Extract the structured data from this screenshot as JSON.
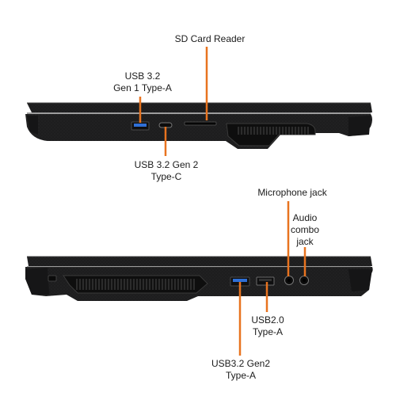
{
  "colors": {
    "callout_line": "#e8731f",
    "laptop_body": "#1c1c1d",
    "usb3_port": "#2f6fd6",
    "background": "#ffffff"
  },
  "top_view": {
    "labels": {
      "sd_card_reader": "SD Card Reader",
      "usb_gen1_line1": "USB 3.2",
      "usb_gen1_line2": "Gen 1 Type-A",
      "usb_c_line1": "USB 3.2 Gen 2",
      "usb_c_line2": "Type-C"
    },
    "icons": [
      "usb-a-port-icon",
      "usb-c-port-icon",
      "sd-slot-icon",
      "vent-grille-icon"
    ]
  },
  "bottom_view": {
    "labels": {
      "microphone_jack": "Microphone jack",
      "audio_line1": "Audio",
      "audio_line2": "combo",
      "audio_line3": "jack",
      "usb2_line1": "USB2.0",
      "usb2_line2": "Type-A",
      "usb_gen2_line1": "USB3.2 Gen2",
      "usb_gen2_line2": "Type-A"
    },
    "icons": [
      "kensington-lock-icon",
      "vent-grille-icon",
      "usb-a-port-icon",
      "usb2-port-icon",
      "microphone-jack-icon",
      "audio-jack-icon"
    ]
  }
}
